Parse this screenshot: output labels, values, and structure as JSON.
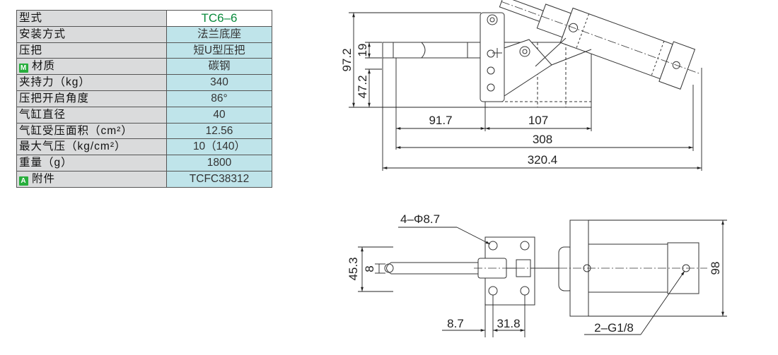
{
  "spec_table": {
    "model_label": "型式",
    "model_value": "TC6–6",
    "rows": [
      {
        "label": "安装方式",
        "value": "法兰底座"
      },
      {
        "label": "压把",
        "value": "短U型压把"
      },
      {
        "badge": "M",
        "label": "材质",
        "value": "碳钢"
      },
      {
        "label": "夹持力（kg）",
        "value": "340"
      },
      {
        "label": "压把开启角度",
        "value": "86°"
      },
      {
        "label": "气缸直径",
        "value": "40"
      },
      {
        "label": "气缸受压面积（cm²）",
        "value": "12.56"
      },
      {
        "label": "最大气压（kg/cm²）",
        "value": "10（140）"
      },
      {
        "label": "重量（g）",
        "value": "1800"
      },
      {
        "badge": "A",
        "label": "附件",
        "value": "TCFC38312"
      }
    ]
  },
  "dimensions": {
    "side_view": {
      "total_height": "97.2",
      "upper_height": "19",
      "lower_height": "47.2",
      "handle_length": "91.7",
      "base_length": "107",
      "overall_length_1": "308",
      "overall_length_2": "320.4"
    },
    "top_view": {
      "holes": "4–Φ8.7",
      "width": "45.3",
      "handle_width": "8",
      "height": "98",
      "hole_offset": "8.7",
      "hole_spacing": "31.8",
      "ports": "2–G1/8"
    }
  },
  "colors": {
    "label_bg": "#dadbdc",
    "value_bg": "#bfe4ea",
    "model_value": "#0a8a3c",
    "badge": "#27ae3c"
  }
}
